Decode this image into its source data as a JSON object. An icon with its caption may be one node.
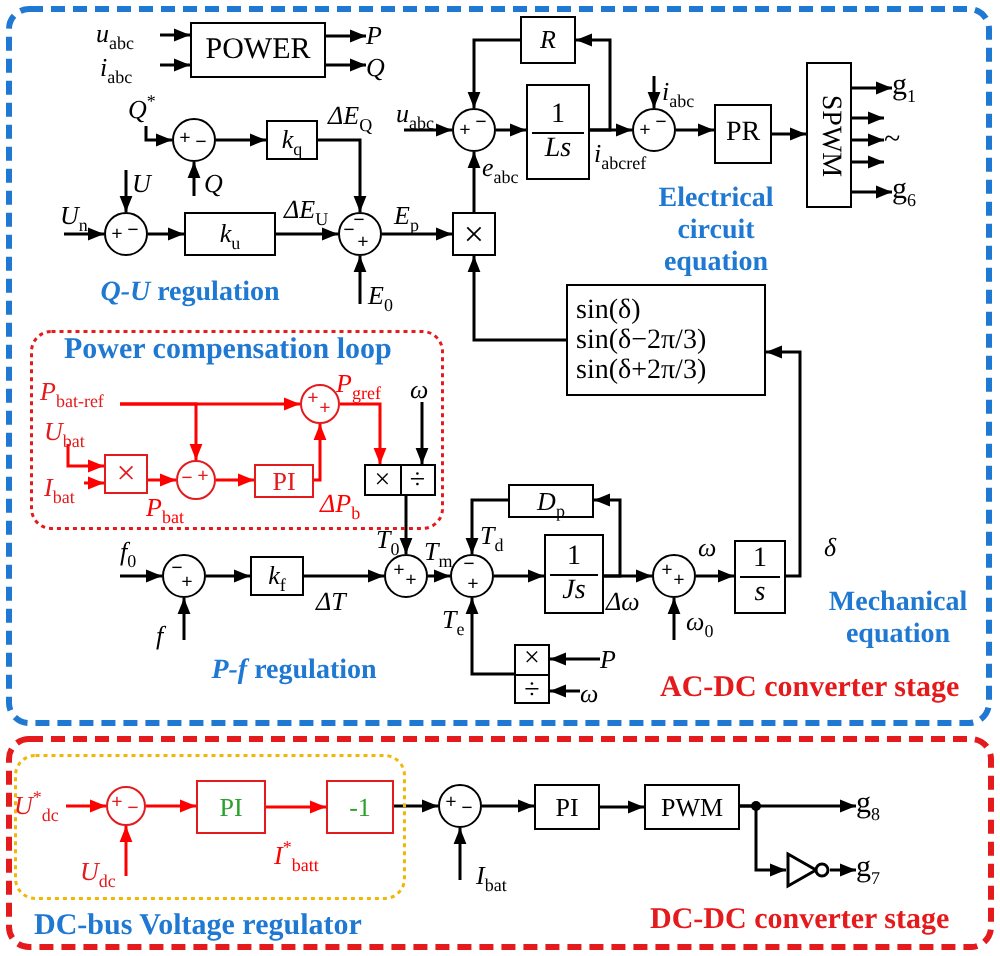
{
  "diagram": {
    "nodes": [
      {
        "text": [
          "AC-DC converter stage"
        ]
      },
      {
        "text": [
          "DC-DC converter stage"
        ]
      },
      {
        "text": [
          "Power compensation loop"
        ],
        "in": 0
      },
      {
        "text": [
          "DC-bus Voltage regulator"
        ],
        "in": 1
      },
      {
        "text": [
          "u$_{abc}$"
        ],
        "in": 0
      },
      {
        "text": [
          "i$_{abc}$"
        ],
        "in": 0
      },
      {
        "text": [
          "POWER"
        ],
        "in": 0
      },
      {
        "text": [
          "P"
        ],
        "in": 0
      },
      {
        "text": [
          "Q"
        ],
        "in": 0
      },
      {
        "text": [
          "Q$^{*}$"
        ],
        "in": 0
      },
      {
        "text": [
          "+",
          "−"
        ],
        "in": 0
      },
      {
        "text": [
          "Q"
        ],
        "in": 0
      },
      {
        "text": [
          "k$_{q}$"
        ],
        "in": 0
      },
      {
        "text": [
          "U$_{n}$"
        ],
        "in": 0
      },
      {
        "text": [
          "U"
        ],
        "in": 0
      },
      {
        "text": [
          "+",
          "−"
        ],
        "in": 0
      },
      {
        "text": [
          "k$_{u}$"
        ],
        "in": 0
      },
      {
        "text": [
          "−",
          "−",
          "+"
        ],
        "in": 0
      },
      {
        "text": [
          "E$_{0}$"
        ],
        "in": 0
      },
      {
        "text": [
          "×"
        ],
        "in": 0
      },
      {
        "text": [
          "u$_{abc}$"
        ],
        "in": 0
      },
      {
        "text": [
          "+",
          "−"
        ],
        "in": 0
      },
      {
        "text": [
          "R"
        ],
        "in": 0
      },
      {
        "text": [
          "1",
          "Ls"
        ],
        "in": 0
      },
      {
        "text": [
          "i$_{abc}$"
        ],
        "in": 0
      },
      {
        "text": [
          "+",
          "−"
        ],
        "in": 0
      },
      {
        "text": [
          "PR"
        ],
        "in": 0
      },
      {
        "text": [
          "SPWM"
        ],
        "in": 0
      },
      {
        "text": [
          "g$_{1}$"
        ],
        "in": 0
      },
      {
        "text": [
          "g$_{6}$"
        ],
        "in": 0
      },
      {
        "text": [
          "sin(δ)",
          "sin(δ−2π/3)",
          "sin(δ+2π/3)"
        ],
        "in": 0
      },
      {
        "text": [
          "P$_{bat-ref}$"
        ],
        "in": 2
      },
      {
        "text": [
          "U$_{bat}$"
        ],
        "in": 2
      },
      {
        "text": [
          "I$_{bat}$"
        ],
        "in": 2
      },
      {
        "text": [
          "×"
        ],
        "in": 2
      },
      {
        "text": [
          "−",
          "+"
        ],
        "in": 2
      },
      {
        "text": [
          "PI"
        ],
        "in": 2
      },
      {
        "text": [
          "+",
          "+"
        ],
        "in": 2
      },
      {
        "text": [
          "×",
          "÷"
        ],
        "in": 2
      },
      {
        "text": [
          "ω"
        ],
        "in": 2
      },
      {
        "text": [
          "f$_{0}$"
        ],
        "in": 0
      },
      {
        "text": [
          "−",
          "+"
        ],
        "in": 0
      },
      {
        "text": [
          "f"
        ],
        "in": 0
      },
      {
        "text": [
          "k$_{f}$"
        ],
        "in": 0
      },
      {
        "text": [
          "+",
          "+"
        ],
        "in": 0
      },
      {
        "text": [
          "−",
          "+"
        ],
        "in": 0
      },
      {
        "text": [
          "D$_{p}$"
        ],
        "in": 0
      },
      {
        "text": [
          "1",
          "Js"
        ],
        "in": 0
      },
      {
        "text": [
          "+",
          "+"
        ],
        "in": 0
      },
      {
        "text": [
          "ω$_{0}$"
        ],
        "in": 0
      },
      {
        "text": [
          "1",
          "s"
        ],
        "in": 0
      },
      {
        "text": [
          "×",
          "÷"
        ],
        "in": 0
      },
      {
        "text": [
          "P"
        ],
        "in": 0
      },
      {
        "text": [
          "ω"
        ],
        "in": 0
      },
      {
        "text": [
          "U$^{*}$$_{dc}$"
        ],
        "in": 3
      },
      {
        "text": [
          "+",
          "−"
        ],
        "in": 3
      },
      {
        "text": [
          "U$_{dc}$"
        ],
        "in": 3
      },
      {
        "text": [
          "PI"
        ],
        "in": 3
      },
      {
        "text": [
          "-1"
        ],
        "in": 3
      },
      {
        "text": [
          "+",
          "−"
        ],
        "in": 1
      },
      {
        "text": [
          "I$_{bat}$"
        ],
        "in": 1
      },
      {
        "text": [
          "PI"
        ],
        "in": 1
      },
      {
        "text": [
          "PWM"
        ],
        "in": 1
      },
      {
        "text": [
          "g$_{8}$"
        ],
        "in": 1
      },
      {
        "text": [],
        "shape": "triangle",
        "in": 1
      },
      {
        "text": [
          "g$_{7}$"
        ],
        "in": 1
      },
      {
        "text": [
          "~"
        ],
        "in": 0
      }
    ],
    "edges": [
      {
        "from": 4,
        "to": 6,
        "arrow": "to"
      },
      {
        "from": 5,
        "to": 6,
        "arrow": "to"
      },
      {
        "from": 6,
        "to": 7,
        "arrow": "to"
      },
      {
        "from": 6,
        "to": 8,
        "arrow": "to"
      },
      {
        "from": 9,
        "to": 10,
        "arrow": "to"
      },
      {
        "from": 11,
        "to": 10,
        "arrow": "to"
      },
      {
        "from": 10,
        "to": 12,
        "arrow": "to"
      },
      {
        "from": 12,
        "to": 17,
        "arrow": "to",
        "label": "ΔE$_{Q}$"
      },
      {
        "from": 13,
        "to": 15,
        "arrow": "to"
      },
      {
        "from": 14,
        "to": 15,
        "arrow": "to"
      },
      {
        "from": 15,
        "to": 16,
        "arrow": "to"
      },
      {
        "from": 16,
        "to": 17,
        "arrow": "to",
        "label": "ΔE$_{U}$"
      },
      {
        "from": 18,
        "to": 17,
        "arrow": "to"
      },
      {
        "from": 17,
        "to": 19,
        "arrow": "to",
        "label": "E$_{p}$"
      },
      {
        "from": 19,
        "to": 21,
        "arrow": "to",
        "label": "e$_{abc}$"
      },
      {
        "from": 20,
        "to": 21,
        "arrow": "to"
      },
      {
        "from": 21,
        "to": 23,
        "arrow": "to"
      },
      {
        "from": 23,
        "to": 25,
        "arrow": "to",
        "label": "i$_{abcref}$"
      },
      {
        "from": 23,
        "to": 22,
        "arrow": "to"
      },
      {
        "from": 22,
        "to": 21,
        "arrow": "to"
      },
      {
        "from": 24,
        "to": 25,
        "arrow": "to"
      },
      {
        "from": 25,
        "to": 26,
        "arrow": "to"
      },
      {
        "from": 26,
        "to": 27,
        "arrow": "to"
      },
      {
        "from": 27,
        "to": 28,
        "arrow": "to"
      },
      {
        "from": 27,
        "to": 66,
        "arrow": "to"
      },
      {
        "from": 27,
        "to": 66,
        "arrow": "to"
      },
      {
        "from": 27,
        "to": 66,
        "arrow": "to"
      },
      {
        "from": 27,
        "to": 29,
        "arrow": "to"
      },
      {
        "from": 30,
        "to": 19,
        "arrow": "to"
      },
      {
        "from": 50,
        "to": 30,
        "arrow": "to",
        "label": "δ"
      },
      {
        "from": 31,
        "to": 37,
        "arrow": "to",
        "color": "#ff0000"
      },
      {
        "from": 31,
        "to": 35,
        "arrow": "to",
        "color": "#ff0000"
      },
      {
        "from": 32,
        "to": 34,
        "arrow": "to",
        "color": "#ff0000"
      },
      {
        "from": 33,
        "to": 34,
        "arrow": "to",
        "color": "#ff0000"
      },
      {
        "from": 34,
        "to": 35,
        "arrow": "to",
        "label": "P$_{bat}$",
        "color": "#ff0000"
      },
      {
        "from": 35,
        "to": 36,
        "arrow": "to",
        "color": "#ff0000"
      },
      {
        "from": 36,
        "to": 37,
        "arrow": "to",
        "label": "ΔP$_{b}$",
        "color": "#ff0000"
      },
      {
        "from": 37,
        "to": 38,
        "arrow": "to",
        "label": "P$_{gref}$",
        "color": "#ff0000"
      },
      {
        "from": 39,
        "to": 38,
        "arrow": "to"
      },
      {
        "from": 38,
        "to": 44,
        "arrow": "to",
        "label": "T$_{0}$"
      },
      {
        "from": 40,
        "to": 41,
        "arrow": "to"
      },
      {
        "from": 42,
        "to": 41,
        "arrow": "to"
      },
      {
        "from": 41,
        "to": 43,
        "arrow": "to"
      },
      {
        "from": 43,
        "to": 44,
        "arrow": "to",
        "label": "ΔT"
      },
      {
        "from": 44,
        "to": 45,
        "arrow": "to",
        "label": "T$_{m}$"
      },
      {
        "from": 45,
        "to": 47,
        "arrow": "to"
      },
      {
        "from": 47,
        "to": 48,
        "arrow": "to",
        "label": "Δω"
      },
      {
        "from": 47,
        "to": 46,
        "arrow": "to"
      },
      {
        "from": 46,
        "to": 45,
        "arrow": "to",
        "label": "T$_{d}$"
      },
      {
        "from": 51,
        "to": 45,
        "arrow": "to",
        "label": "T$_{e}$"
      },
      {
        "from": 52,
        "to": 51,
        "arrow": "to"
      },
      {
        "from": 53,
        "to": 51,
        "arrow": "to"
      },
      {
        "from": 49,
        "to": 48,
        "arrow": "to"
      },
      {
        "from": 48,
        "to": 50,
        "arrow": "to",
        "label": "ω"
      },
      {
        "from": 54,
        "to": 55,
        "arrow": "to",
        "color": "#ff0000"
      },
      {
        "from": 56,
        "to": 55,
        "arrow": "to",
        "color": "#ff0000"
      },
      {
        "from": 55,
        "to": 57,
        "arrow": "to",
        "color": "#ff0000"
      },
      {
        "from": 57,
        "to": 58,
        "arrow": "to",
        "label": "I$^{*}$$_{batt}$",
        "color": "#ff0000"
      },
      {
        "from": 58,
        "to": 59,
        "arrow": "to"
      },
      {
        "from": 60,
        "to": 59,
        "arrow": "to"
      },
      {
        "from": 59,
        "to": 61,
        "arrow": "to"
      },
      {
        "from": 61,
        "to": 62,
        "arrow": "to"
      },
      {
        "from": 62,
        "to": 63,
        "arrow": "to"
      },
      {
        "from": 62,
        "to": 64,
        "arrow": "to"
      },
      {
        "from": 64,
        "to": 65,
        "arrow": "to"
      }
    ],
    "labels": [
      "*Q-U* regulation",
      "Electrical circuit equation",
      "*P-f* regulation",
      "Mechanical equation"
    ]
  }
}
